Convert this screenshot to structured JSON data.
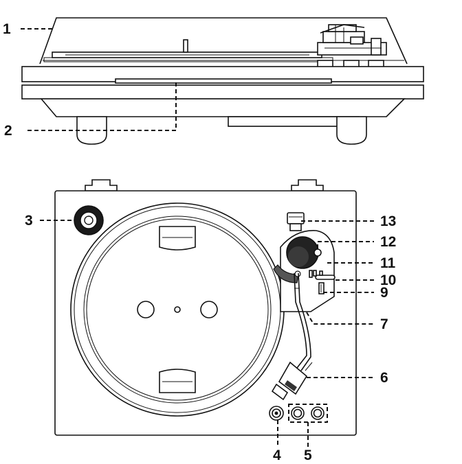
{
  "callouts": [
    {
      "id": "1",
      "label": "1"
    },
    {
      "id": "2",
      "label": "2"
    },
    {
      "id": "3",
      "label": "3"
    },
    {
      "id": "4",
      "label": "4"
    },
    {
      "id": "5",
      "label": "5"
    },
    {
      "id": "6",
      "label": "6"
    },
    {
      "id": "7",
      "label": "7"
    },
    {
      "id": "9",
      "label": "9"
    },
    {
      "id": "10",
      "label": "10"
    },
    {
      "id": "11",
      "label": "11"
    },
    {
      "id": "12",
      "label": "12"
    },
    {
      "id": "13",
      "label": "13"
    }
  ]
}
